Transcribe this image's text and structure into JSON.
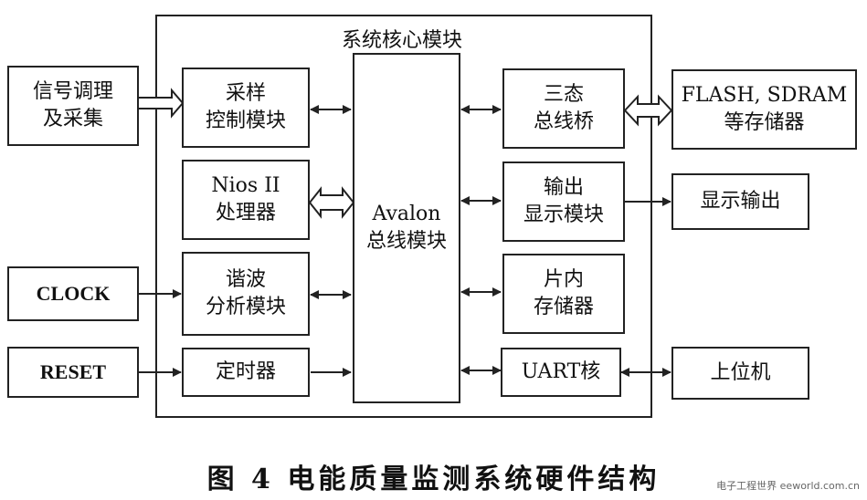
{
  "core_module_label": "系统核心模块",
  "blocks": {
    "signal_conditioning": "信号调理\n及采集",
    "sampling_control": "采样\n控制模块",
    "nios": "Nios II\n处理器",
    "harmonic_analysis": "谐波\n分析模块",
    "timer": "定时器",
    "clock": "CLOCK",
    "reset": "RESET",
    "avalon_bus": "Avalon\n总线模块",
    "tristate_bridge": "三态\n总线桥",
    "output_display": "输出\n显示模块",
    "on_chip_memory": "片内\n存储器",
    "uart": "UART核",
    "flash_sdram": "FLASH, SDRAM\n等存储器",
    "display_output": "显示输出",
    "host_pc": "上位机"
  },
  "caption": "图 4   电能质量监测系统硬件结构",
  "watermark": "电子工程世界 eeworld.com.cn"
}
